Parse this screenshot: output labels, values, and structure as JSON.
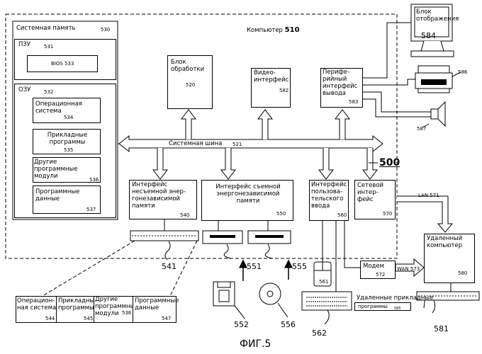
{
  "computer": {
    "label": "Компьютер",
    "num": "510"
  },
  "system_memory": {
    "label": "Системная память",
    "num": "530"
  },
  "rom": {
    "label": "ПЗУ",
    "num": "531"
  },
  "bios": {
    "label": "BIOS 533"
  },
  "ram": {
    "label": "ОЗУ",
    "num": "532"
  },
  "ram_os": {
    "label": "Операционная система",
    "num": "534"
  },
  "ram_apps": {
    "label": "Прикладные программы",
    "num": "535"
  },
  "ram_modules": {
    "label": "Другие программные модули",
    "num": "536"
  },
  "ram_data": {
    "label": "Программные данные",
    "num": "537"
  },
  "cpu": {
    "label": "Блок обработки",
    "num": "520"
  },
  "video": {
    "label": "Видео-интерфейс",
    "num": "582"
  },
  "periph": {
    "label": "Перифе-рийный интерфейс вывода",
    "num": "583"
  },
  "bus": {
    "label": "Системная шина",
    "num": "521"
  },
  "nonremovable": {
    "label": "Интерфейс несъемной энер-гонезависимой памяти",
    "num": "540"
  },
  "removable": {
    "label": "Интерфейс съемной энергонезависимой памяти",
    "num": "550"
  },
  "user_input": {
    "label": "Интерфейс пользова-тельского ввода",
    "num": "560"
  },
  "netif": {
    "label": "Сетевой интер-фейс",
    "num": "570"
  },
  "system_num": "500",
  "monitor": {
    "label": "Блок отображения",
    "num": "584"
  },
  "printer": {
    "num": "586"
  },
  "speaker": {
    "num": "587"
  },
  "lan": {
    "label": "LAN",
    "num": "571"
  },
  "remote_computer": {
    "label": "Удаленный компьютер",
    "num": "580"
  },
  "modem": {
    "label": "Модем",
    "num": "572"
  },
  "wan": {
    "label": "WAN",
    "num": "573"
  },
  "remote_apps": {
    "label": "Удаленные прикладные",
    "label2": "программы",
    "num": "585"
  },
  "hdd_num": "541",
  "floppy_drive_num": "551",
  "cd_drive_num": "555",
  "floppy_num": "552",
  "cd_num": "556",
  "mouse_num": "561",
  "keyboard_num": "562",
  "remote_storage_num": "581",
  "hdd_contents": [
    {
      "label": "Операцион-ная система",
      "num": "544"
    },
    {
      "label": "Прикладные программы",
      "num": "545"
    },
    {
      "label": "Другие программные модули",
      "num": "536"
    },
    {
      "label": "Программные данные",
      "num": "547"
    }
  ],
  "figure_caption": "ФИГ.5"
}
